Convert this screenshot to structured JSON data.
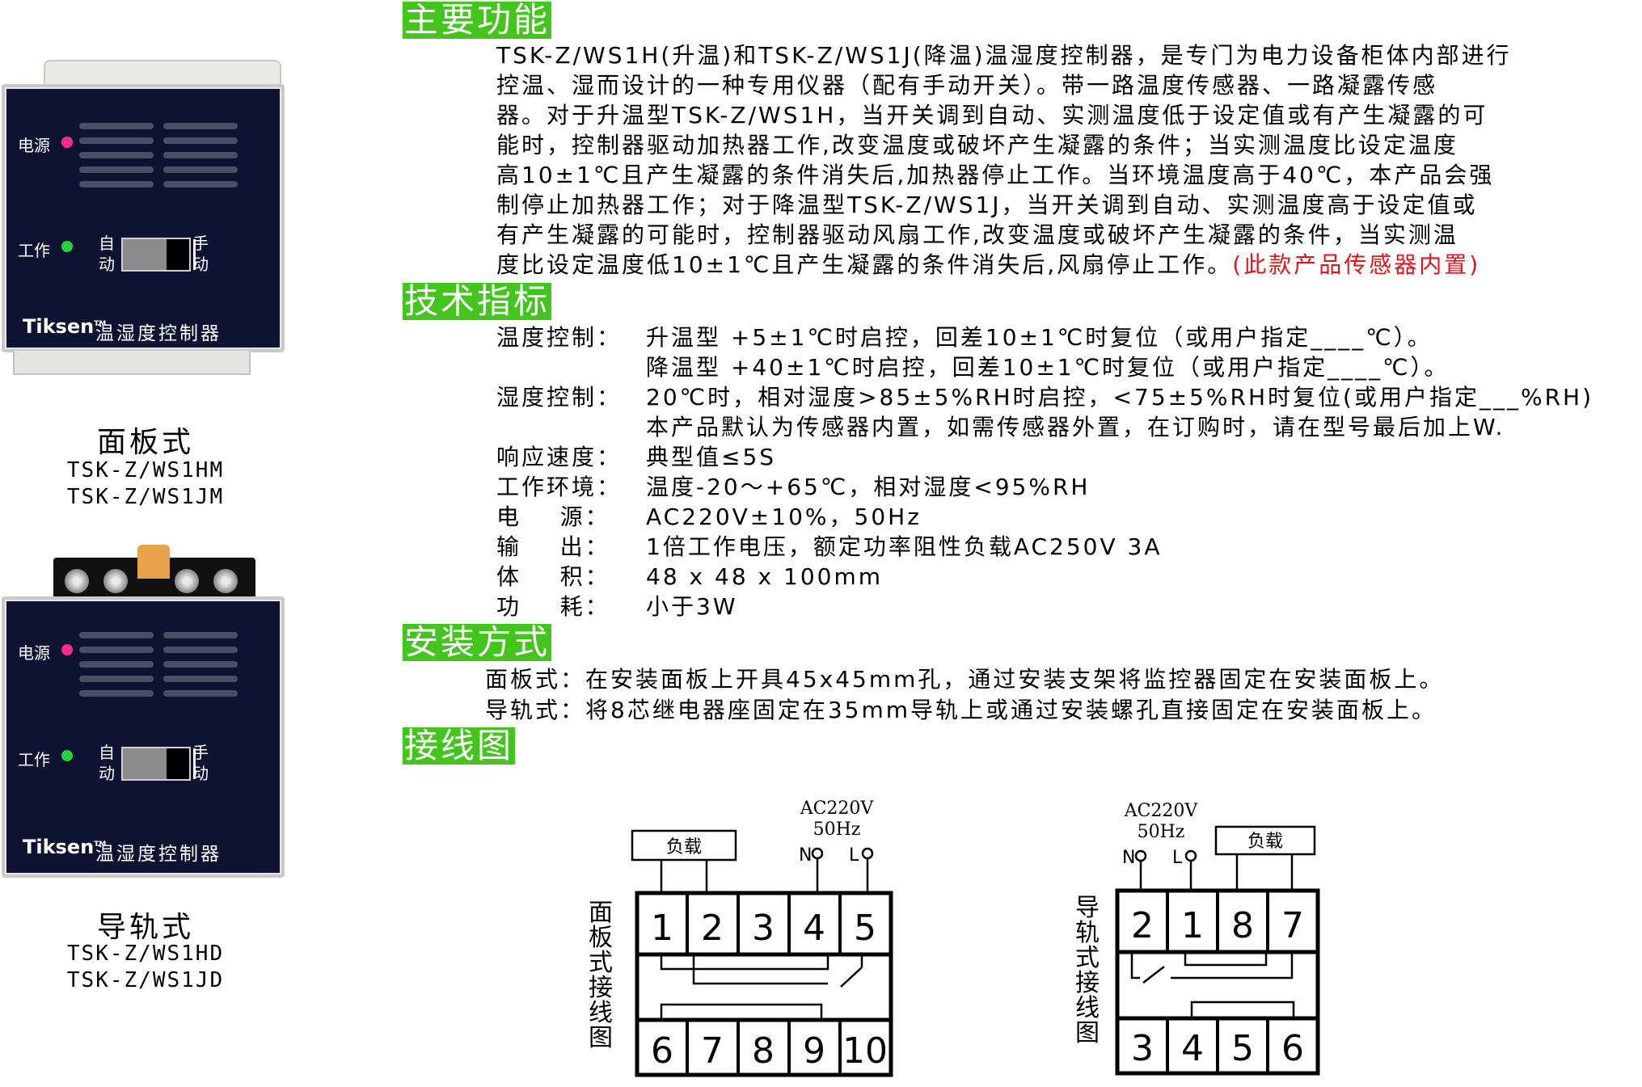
{
  "devices": [
    {
      "power_label": "电源",
      "work_label": "工作",
      "auto_label": [
        "自",
        "动"
      ],
      "manual_label": [
        "手",
        "动"
      ],
      "brand": "Tiksen",
      "tm": "TM",
      "product_name": "温湿度控制器",
      "title": "面板式",
      "models": [
        "TSK-Z/WS1HM",
        "TSK-Z/WS1JM"
      ]
    },
    {
      "power_label": "电源",
      "work_label": "工作",
      "auto_label": [
        "自",
        "动"
      ],
      "manual_label": [
        "手",
        "动"
      ],
      "brand": "Tiksen",
      "tm": "TM",
      "product_name": "温湿度控制器",
      "title": "导轨式",
      "models": [
        "TSK-Z/WS1HD",
        "TSK-Z/WS1JD"
      ]
    }
  ],
  "sections": {
    "function": {
      "heading": "主要功能",
      "lines": [
        "TSK-Z/WS1H(升温)和TSK-Z/WS1J(降温)温湿度控制器，是专门为电力设备柜体内部进行",
        "控温、湿而设计的一种专用仪器（配有手动开关）。带一路温度传感器、一路凝露传感",
        "器。对于升温型TSK-Z/WS1H，当开关调到自动、实测温度低于设定值或有产生凝露的可",
        "能时，控制器驱动加热器工作,改变温度或破坏产生凝露的条件；当实测温度比设定温度",
        "高10±1℃且产生凝露的条件消失后,加热器停止工作。当环境温度高于40℃，本产品会强",
        "制停止加热器工作；对于降温型TSK-Z/WS1J，当开关调到自动、实测温度高于设定值或",
        "有产生凝露的可能时，控制器驱动风扇工作,改变温度或破坏产生凝露的条件，当实测温",
        "度比设定温度低10±1℃且产生凝露的条件消失后,风扇停止工作。"
      ],
      "note": "(此款产品传感器内置)"
    },
    "specs": {
      "heading": "技术指标",
      "rows": [
        {
          "key": "温度控制：",
          "value": "升温型  +5±1℃时启控，回差10±1℃时复位（或用户指定____℃）。"
        },
        {
          "key": "",
          "value": "降温型  +40±1℃时启控，回差10±1℃时复位（或用户指定____℃）。"
        },
        {
          "key": "湿度控制：",
          "value": "20℃时，相对湿度>85±5%RH时启控，<75±5%RH时复位(或用户指定___%RH)"
        },
        {
          "key": "",
          "value": "本产品默认为传感器内置，如需传感器外置，在订购时，请在型号最后加上W."
        },
        {
          "key": "响应速度：",
          "value": "典型值≤5S"
        },
        {
          "key": "工作环境：",
          "value": "温度-20～+65℃，相对湿度<95%RH"
        },
        {
          "key": "电    源：",
          "value": "AC220V±10%，50Hz"
        },
        {
          "key": "输    出：",
          "value": "1倍工作电压，额定功率阻性负载AC250V 3A"
        },
        {
          "key": "体    积：",
          "value": "48 x 48 x 100mm"
        },
        {
          "key": "功    耗：",
          "value": "小于3W"
        }
      ]
    },
    "install": {
      "heading": "安装方式",
      "lines": [
        "面板式：在安装面板上开具45x45mm孔，通过安装支架将监控器固定在安装面板上。",
        "导轨式：将8芯继电器座固定在35mm导轨上或通过安装螺孔直接固定在安装面板上。"
      ]
    },
    "wiring": {
      "heading": "接线图",
      "panel": {
        "vertical_label": [
          "面",
          "板",
          "式",
          "接",
          "线",
          "图"
        ],
        "supply": [
          "AC220V",
          "50Hz"
        ],
        "n_label": "N",
        "l_label": "L",
        "load_label": "负载",
        "top_terminals": [
          "1",
          "2",
          "3",
          "4",
          "5"
        ],
        "bottom_terminals": [
          "6",
          "7",
          "8",
          "9",
          "10"
        ]
      },
      "rail": {
        "vertical_label": [
          "导",
          "轨",
          "式",
          "接",
          "线",
          "图"
        ],
        "supply": [
          "AC220V",
          "50Hz"
        ],
        "n_label": "N",
        "l_label": "L",
        "load_label": "负载",
        "top_terminals": [
          "2",
          "1",
          "8",
          "7"
        ],
        "bottom_terminals": [
          "3",
          "4",
          "5",
          "6"
        ]
      }
    }
  },
  "colors": {
    "heading_bg": "#43c51d",
    "panel_bg": "#0e1332",
    "power_led": "#ff2b8a",
    "work_led": "#22d33a",
    "note_red": "#e4141b"
  }
}
